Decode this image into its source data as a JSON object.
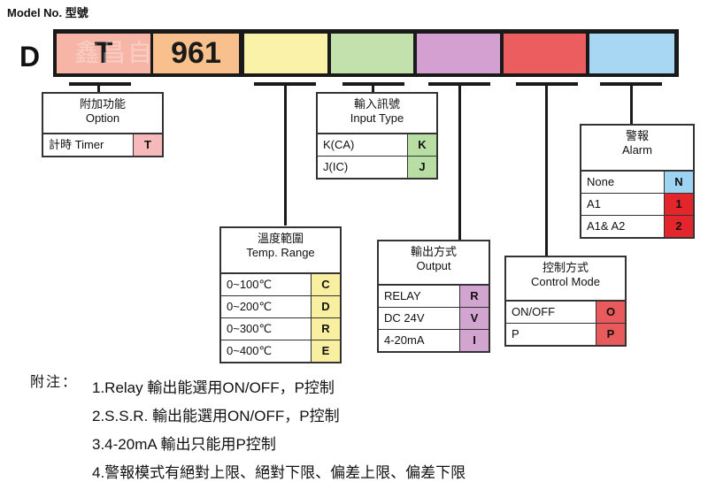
{
  "title": "Model No. 型號",
  "model_prefix": "D",
  "code_bar": {
    "watermark": "鑫昌自",
    "segments": [
      {
        "text": "T",
        "color": "#f6b5a6"
      },
      {
        "text": "961",
        "color": "#f7c08c"
      },
      {
        "text": "",
        "color": "#fbf2a9"
      },
      {
        "text": "",
        "color": "#c2e1ad"
      },
      {
        "text": "",
        "color": "#d49fd1"
      },
      {
        "text": "",
        "color": "#ec5d5f"
      },
      {
        "text": "",
        "color": "#a8d7f4"
      }
    ]
  },
  "option_box": {
    "title_zh": "附加功能",
    "title_en": "Option",
    "rows": [
      {
        "label": "計時 Timer",
        "code": "T",
        "color": "#f7b9b9"
      }
    ]
  },
  "input_box": {
    "title_zh": "輸入訊號",
    "title_en": "Input Type",
    "rows": [
      {
        "label": "K(CA)",
        "code": "K",
        "color": "#b9dea3"
      },
      {
        "label": "J(IC)",
        "code": "J",
        "color": "#b9dea3"
      }
    ]
  },
  "temp_box": {
    "title_zh": "溫度範圍",
    "title_en": "Temp. Range",
    "rows": [
      {
        "label": "0~100℃",
        "code": "C",
        "color": "#f8efa1"
      },
      {
        "label": "0~200℃",
        "code": "D",
        "color": "#f8efa1"
      },
      {
        "label": "0~300℃",
        "code": "R",
        "color": "#f8efa1"
      },
      {
        "label": "0~400℃",
        "code": "E",
        "color": "#f8efa1"
      }
    ]
  },
  "output_box": {
    "title_zh": "輸出方式",
    "title_en": "Output",
    "rows": [
      {
        "label": "RELAY",
        "code": "R",
        "color": "#d2a4d0"
      },
      {
        "label": "DC 24V",
        "code": "V",
        "color": "#d2a4d0"
      },
      {
        "label": "4-20mA",
        "code": "I",
        "color": "#d2a4d0"
      }
    ]
  },
  "control_box": {
    "title_zh": "控制方式",
    "title_en": "Control Mode",
    "rows": [
      {
        "label": "ON/OFF",
        "code": "O",
        "color": "#e85a5c"
      },
      {
        "label": "P",
        "code": "P",
        "color": "#e85a5c"
      }
    ]
  },
  "alarm_box": {
    "title_zh": "警報",
    "title_en": "Alarm",
    "rows": [
      {
        "label": "None",
        "code": "N",
        "color": "#9fd3f2"
      },
      {
        "label": "A1",
        "code": "1",
        "color": "#e3262b"
      },
      {
        "label": "A1& A2",
        "code": "2",
        "color": "#e3262b"
      }
    ]
  },
  "notes_label": "附注：",
  "notes": [
    "1.Relay 輸出能選用ON/OFF，P控制",
    "2.S.S.R. 輸出能選用ON/OFF，P控制",
    "3.4-20mA 輸出只能用P控制",
    "4.警報模式有絕對上限、絕對下限、偏差上限、偏差下限"
  ]
}
